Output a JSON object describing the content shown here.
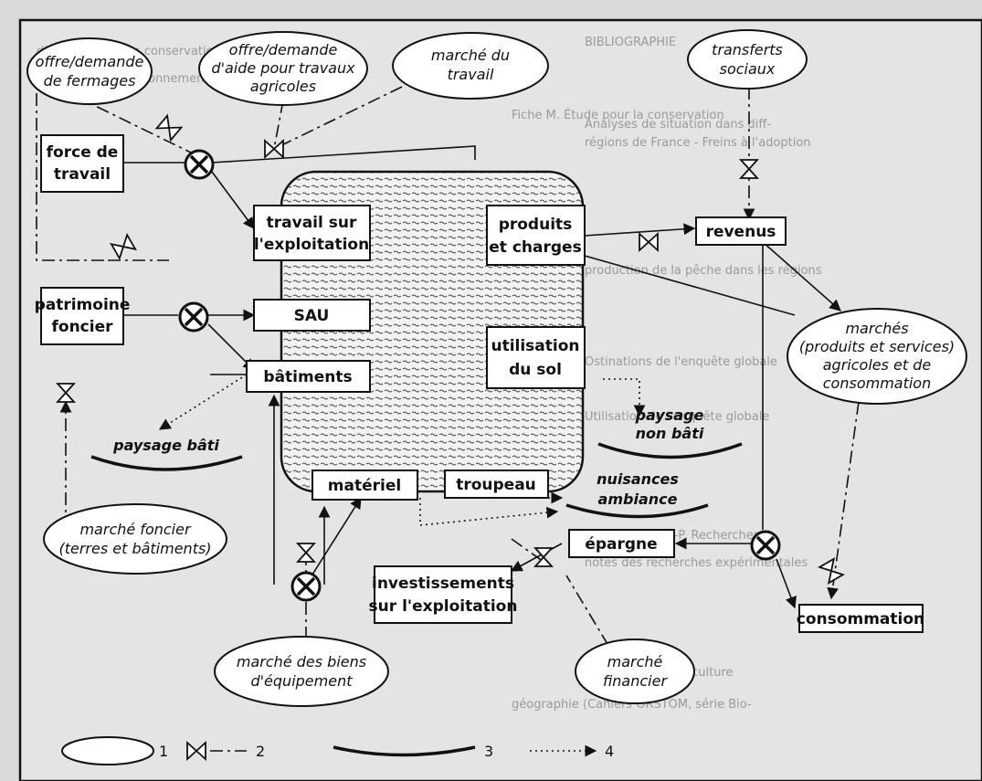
{
  "boxes": {
    "force_travail": [
      "force de",
      "travail"
    ],
    "patrimoine_foncier": [
      "patrimoine",
      "foncier"
    ],
    "travail_exploitation": [
      "travail sur",
      "l'exploitation"
    ],
    "sau": [
      "SAU"
    ],
    "batiments": [
      "bâtiments"
    ],
    "produits_charges": [
      "produits",
      "et charges"
    ],
    "utilisation_sol": [
      "utilisation",
      "du sol"
    ],
    "revenus": [
      "revenus"
    ],
    "materiel": [
      "matériel"
    ],
    "troupeau": [
      "troupeau"
    ],
    "epargne": [
      "épargne"
    ],
    "investissements": [
      "investissements",
      "sur l'exploitation"
    ],
    "consommation": [
      "consommation"
    ]
  },
  "markets": {
    "offre_demande_fermages": [
      "offre/demande",
      "de fermages"
    ],
    "offre_demande_aide": [
      "offre/demande",
      "d'aide pour travaux",
      "agricoles"
    ],
    "marche_travail": [
      "marché du",
      "travail"
    ],
    "transferts_sociaux": [
      "transferts",
      "sociaux"
    ],
    "marches_produits": [
      "marchés",
      "(produits et services)",
      "agricoles et de",
      "consommation"
    ],
    "marche_foncier": [
      "marché foncier",
      "(terres et bâtiments)"
    ],
    "marche_biens_equipement": [
      "marché des biens",
      "d'équipement"
    ],
    "marche_financier": [
      "marché",
      "financier"
    ]
  },
  "landscape_arcs": {
    "paysage_bati": [
      "paysage bâti"
    ],
    "paysage_non_bati": [
      "paysage",
      "non bâti"
    ],
    "nuisances_ambiance": [
      "nuisances",
      "ambiance"
    ]
  },
  "legend": {
    "item1": "1",
    "item2": "2",
    "item3": "3",
    "item4": "4"
  },
  "icons": [
    "market-ellipse",
    "valve-icon",
    "junction-cross-icon",
    "landscape-arc",
    "dotted-arrow"
  ]
}
